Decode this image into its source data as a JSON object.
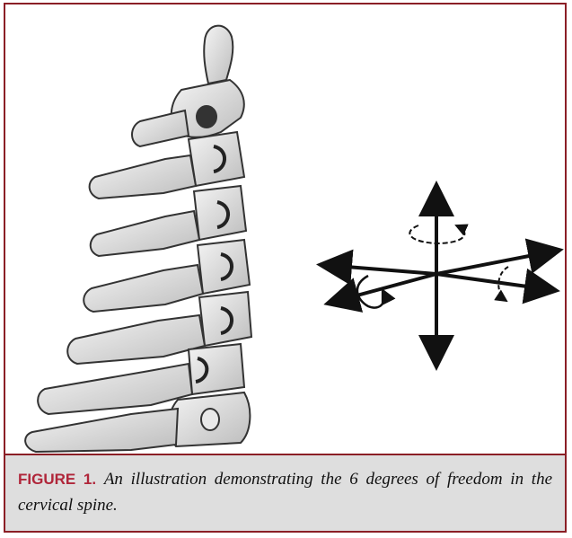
{
  "figure": {
    "label": "FIGURE 1.",
    "caption": "An illustration demonstrating the 6 degrees of freedom in the cervical spine."
  },
  "colors": {
    "frame_border": "#8b1f26",
    "label_color": "#b0263a",
    "caption_background": "#dedede"
  },
  "icons": [
    "cervical-spine-illustration",
    "six-dof-axes-diagram"
  ]
}
